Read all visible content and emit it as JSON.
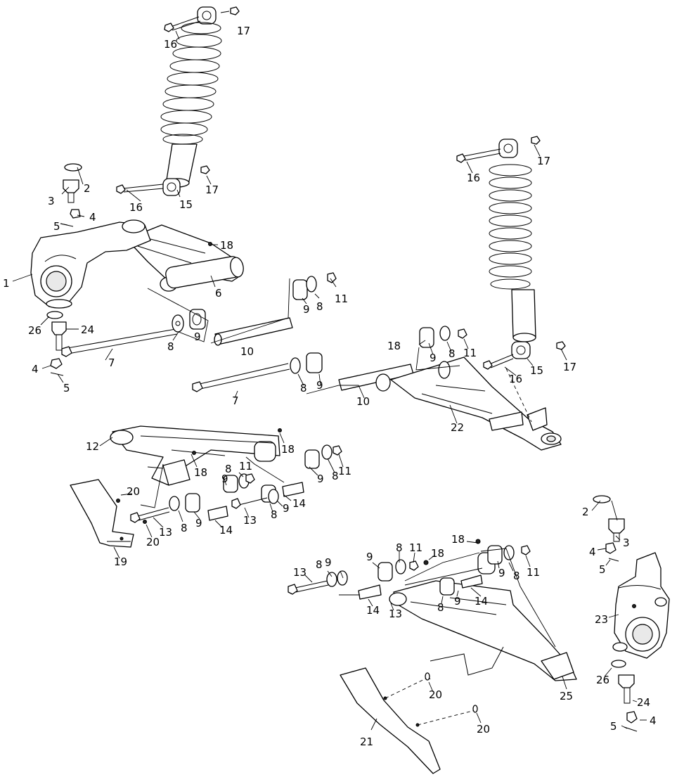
{
  "diagram": {
    "callouts": [
      {
        "id": "c-left-1",
        "text": "1"
      },
      {
        "id": "c-left-2",
        "text": "2"
      },
      {
        "id": "c-left-3",
        "text": "3"
      },
      {
        "id": "c-left-4a",
        "text": "4"
      },
      {
        "id": "c-left-5a",
        "text": "5"
      },
      {
        "id": "c-left-6",
        "text": "6"
      },
      {
        "id": "c-left-7",
        "text": "7"
      },
      {
        "id": "c-left-8",
        "text": "8"
      },
      {
        "id": "c-left-9",
        "text": "9"
      },
      {
        "id": "c-left-10",
        "text": "10"
      },
      {
        "id": "c-left-4b",
        "text": "4"
      },
      {
        "id": "c-left-5b",
        "text": "5"
      },
      {
        "id": "c-left-24",
        "text": "24"
      },
      {
        "id": "c-left-26",
        "text": "26"
      },
      {
        "id": "c-left-15",
        "text": "15"
      },
      {
        "id": "c-left-16a",
        "text": "16"
      },
      {
        "id": "c-left-16b",
        "text": "16"
      },
      {
        "id": "c-left-17a",
        "text": "17"
      },
      {
        "id": "c-left-17b",
        "text": "17"
      },
      {
        "id": "c-left-18",
        "text": "18"
      },
      {
        "id": "c-mid-9a",
        "text": "9"
      },
      {
        "id": "c-mid-8a",
        "text": "8"
      },
      {
        "id": "c-mid-11a",
        "text": "11"
      },
      {
        "id": "c-mid-7",
        "text": "7"
      },
      {
        "id": "c-mid-8b",
        "text": "8"
      },
      {
        "id": "c-mid-9b",
        "text": "9"
      },
      {
        "id": "c-mid-10",
        "text": "10"
      },
      {
        "id": "c-mid-18",
        "text": "18"
      },
      {
        "id": "c-mid-9c",
        "text": "9"
      },
      {
        "id": "c-mid-8c",
        "text": "8"
      },
      {
        "id": "c-mid-11b",
        "text": "11"
      },
      {
        "id": "c-mid-22",
        "text": "22"
      },
      {
        "id": "c-right-16a",
        "text": "16"
      },
      {
        "id": "c-right-17a",
        "text": "17"
      },
      {
        "id": "c-right-16b",
        "text": "16"
      },
      {
        "id": "c-right-15",
        "text": "15"
      },
      {
        "id": "c-right-17b",
        "text": "17"
      },
      {
        "id": "c-rl-12",
        "text": "12"
      },
      {
        "id": "c-rl-18a",
        "text": "18"
      },
      {
        "id": "c-rl-18b",
        "text": "18"
      },
      {
        "id": "c-rl-9a",
        "text": "9"
      },
      {
        "id": "c-rl-8a",
        "text": "8"
      },
      {
        "id": "c-rl-11a",
        "text": "11"
      },
      {
        "id": "c-rl-8b",
        "text": "8"
      },
      {
        "id": "c-rl-11b",
        "text": "11"
      },
      {
        "id": "c-rl-9b",
        "text": "9"
      },
      {
        "id": "c-rl-20a",
        "text": "20"
      },
      {
        "id": "c-rl-20b",
        "text": "20"
      },
      {
        "id": "c-rl-13a",
        "text": "13"
      },
      {
        "id": "c-rl-8c",
        "text": "8"
      },
      {
        "id": "c-rl-9c",
        "text": "9"
      },
      {
        "id": "c-rl-14a",
        "text": "14"
      },
      {
        "id": "c-rl-13b",
        "text": "13"
      },
      {
        "id": "c-rl-8d",
        "text": "8"
      },
      {
        "id": "c-rl-9d",
        "text": "9"
      },
      {
        "id": "c-rl-14b",
        "text": "14"
      },
      {
        "id": "c-rl-19",
        "text": "19"
      },
      {
        "id": "c-rr-18a",
        "text": "18"
      },
      {
        "id": "c-rr-9a",
        "text": "9"
      },
      {
        "id": "c-rr-8a",
        "text": "8"
      },
      {
        "id": "c-rr-11a",
        "text": "11"
      },
      {
        "id": "c-rr-18b",
        "text": "18"
      },
      {
        "id": "c-rr-9b",
        "text": "9"
      },
      {
        "id": "c-rr-8b",
        "text": "8"
      },
      {
        "id": "c-rr-11b",
        "text": "11"
      },
      {
        "id": "c-rr-13a",
        "text": "13"
      },
      {
        "id": "c-rr-8c",
        "text": "8"
      },
      {
        "id": "c-rr-9c",
        "text": "9"
      },
      {
        "id": "c-rr-14a",
        "text": "14"
      },
      {
        "id": "c-rr-13b",
        "text": "13"
      },
      {
        "id": "c-rr-8d",
        "text": "8"
      },
      {
        "id": "c-rr-9d",
        "text": "9"
      },
      {
        "id": "c-rr-14b",
        "text": "14"
      },
      {
        "id": "c-rr-20a",
        "text": "20"
      },
      {
        "id": "c-rr-20b",
        "text": "20"
      },
      {
        "id": "c-rr-21",
        "text": "21"
      },
      {
        "id": "c-rr-25",
        "text": "25"
      },
      {
        "id": "c-knuckle-2",
        "text": "2"
      },
      {
        "id": "c-knuckle-3",
        "text": "3"
      },
      {
        "id": "c-knuckle-4a",
        "text": "4"
      },
      {
        "id": "c-knuckle-5a",
        "text": "5"
      },
      {
        "id": "c-knuckle-23",
        "text": "23"
      },
      {
        "id": "c-knuckle-26",
        "text": "26"
      },
      {
        "id": "c-knuckle-24",
        "text": "24"
      },
      {
        "id": "c-knuckle-4b",
        "text": "4"
      },
      {
        "id": "c-knuckle-5b",
        "text": "5"
      }
    ]
  }
}
